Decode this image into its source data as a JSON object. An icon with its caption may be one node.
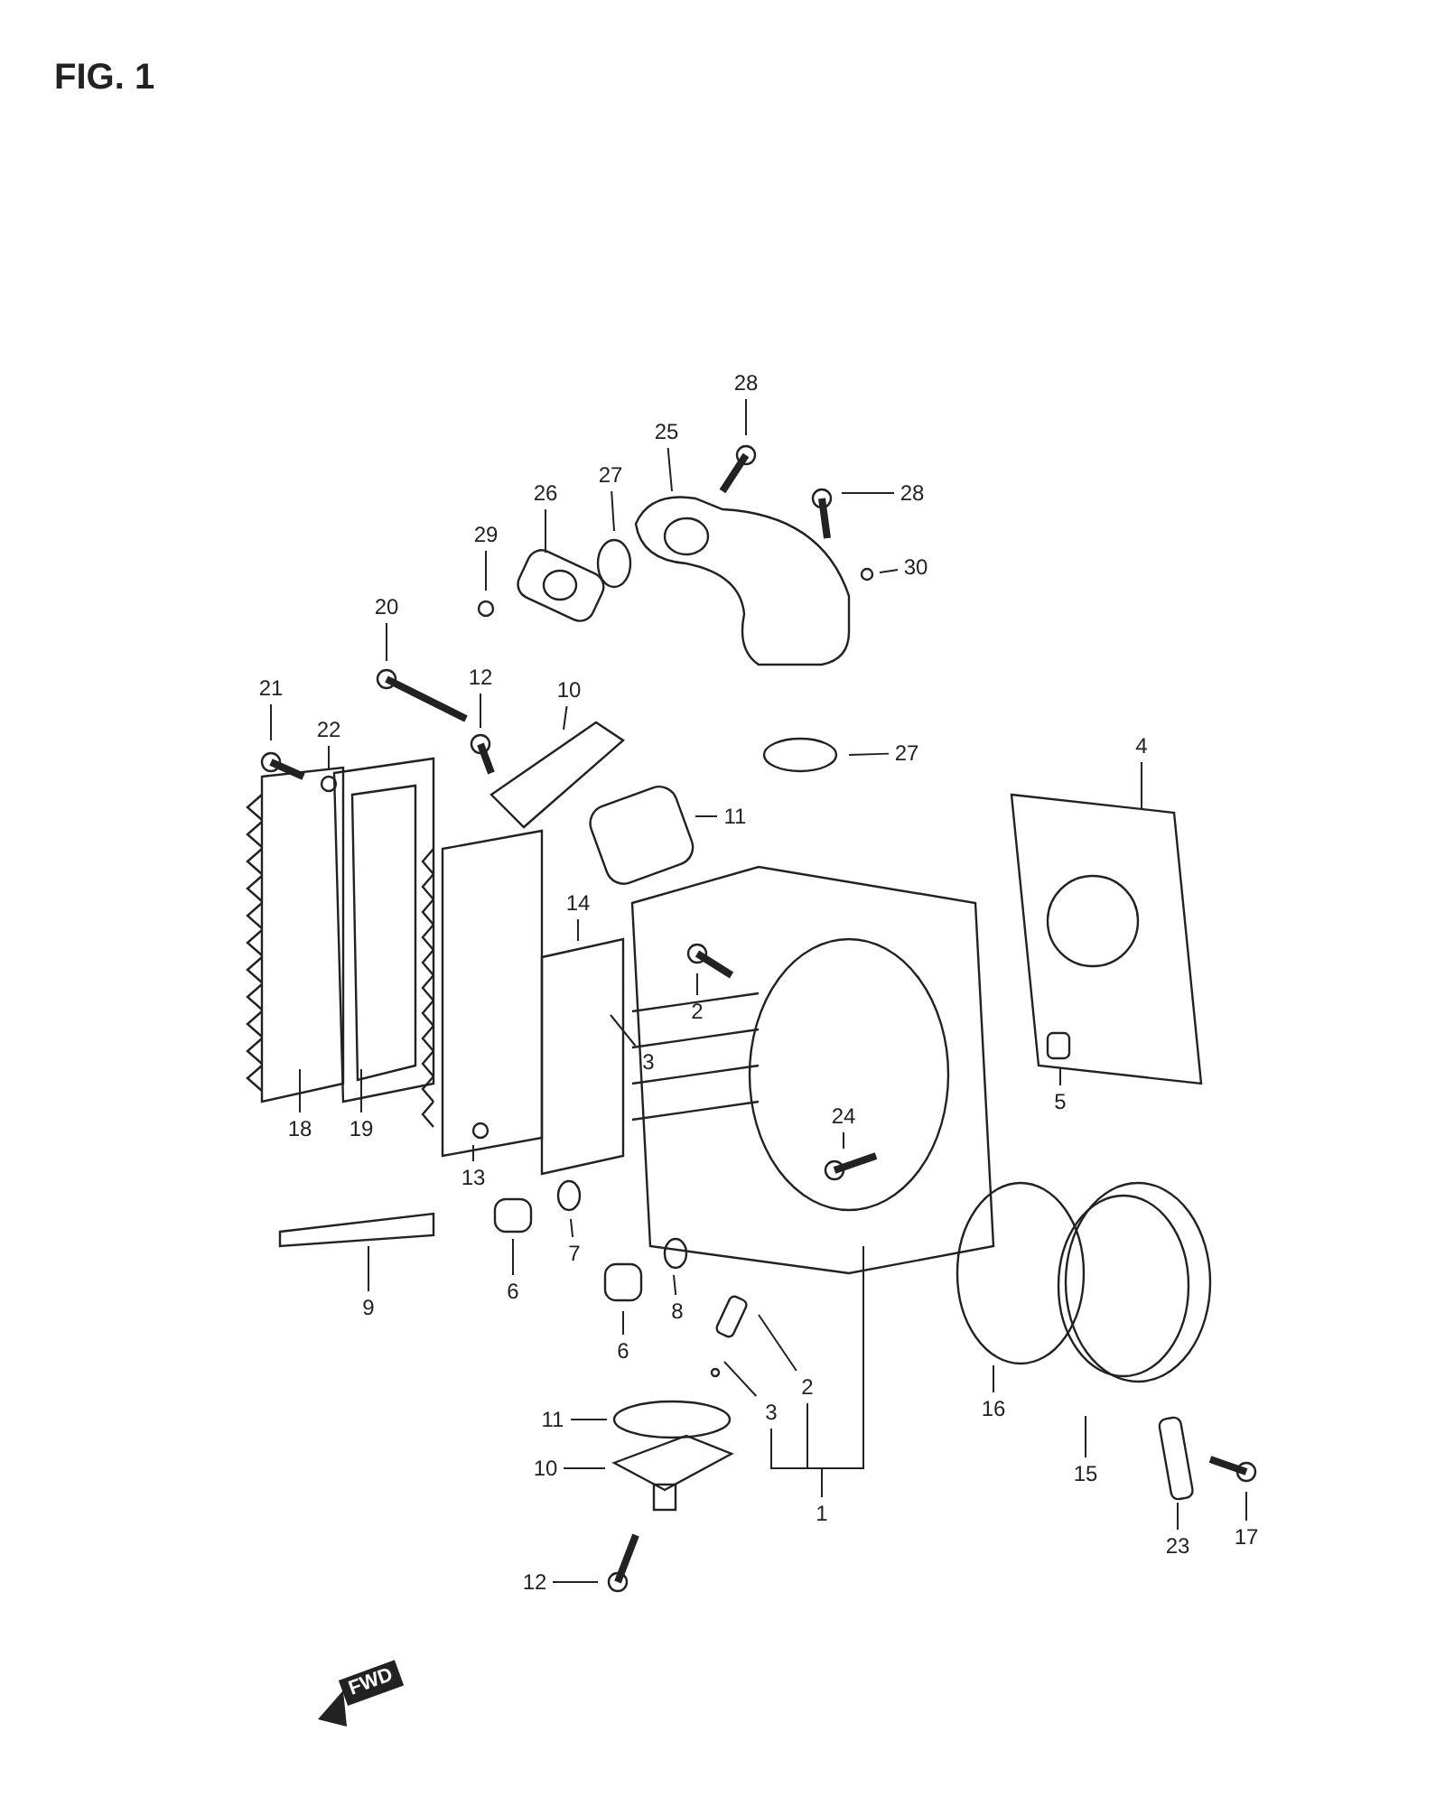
{
  "diagram": {
    "title": "FIG. 1",
    "nodes": [
      {
        "text": [
          "28"
        ]
      },
      {
        "text": [
          "25"
        ]
      },
      {
        "text": [
          "26"
        ]
      },
      {
        "text": [
          "27"
        ]
      },
      {
        "text": [
          "28"
        ]
      },
      {
        "text": [
          "29"
        ]
      },
      {
        "text": [
          "30"
        ]
      },
      {
        "text": [
          "20"
        ]
      },
      {
        "text": [
          "21"
        ]
      },
      {
        "text": [
          "22"
        ]
      },
      {
        "text": [
          "12"
        ]
      },
      {
        "text": [
          "10"
        ]
      },
      {
        "text": [
          "27"
        ]
      },
      {
        "text": [
          "11"
        ]
      },
      {
        "text": [
          "4"
        ]
      },
      {
        "text": [
          "14"
        ]
      },
      {
        "text": [
          "2"
        ]
      },
      {
        "text": [
          "3"
        ]
      },
      {
        "text": [
          "18"
        ]
      },
      {
        "text": [
          "19"
        ]
      },
      {
        "text": [
          "5"
        ]
      },
      {
        "text": [
          "24"
        ]
      },
      {
        "text": [
          "13"
        ]
      },
      {
        "text": [
          "9"
        ]
      },
      {
        "text": [
          "6"
        ]
      },
      {
        "text": [
          "7"
        ]
      },
      {
        "text": [
          "8"
        ]
      },
      {
        "text": [
          "6"
        ]
      },
      {
        "text": [
          "2"
        ]
      },
      {
        "text": [
          "3"
        ]
      },
      {
        "text": [
          "11"
        ]
      },
      {
        "text": [
          "16"
        ]
      },
      {
        "text": [
          "15"
        ]
      },
      {
        "text": [
          "10"
        ]
      },
      {
        "text": [
          "1"
        ]
      },
      {
        "text": [
          "17"
        ]
      },
      {
        "text": [
          "12"
        ]
      },
      {
        "text": [
          "23"
        ]
      }
    ],
    "edges": [
      {
        "from": 0,
        "to": null,
        "arrow": "none"
      },
      {
        "from": 1,
        "to": null,
        "arrow": "none"
      },
      {
        "from": 2,
        "to": null,
        "arrow": "none"
      },
      {
        "from": 3,
        "to": null,
        "arrow": "none"
      },
      {
        "from": 4,
        "to": null,
        "arrow": "none"
      },
      {
        "from": 5,
        "to": null,
        "arrow": "none"
      },
      {
        "from": 6,
        "to": null,
        "arrow": "none"
      },
      {
        "from": 7,
        "to": null,
        "arrow": "none"
      },
      {
        "from": 8,
        "to": null,
        "arrow": "none"
      },
      {
        "from": 9,
        "to": null,
        "arrow": "none"
      },
      {
        "from": 10,
        "to": null,
        "arrow": "none"
      },
      {
        "from": 11,
        "to": null,
        "arrow": "none"
      },
      {
        "from": 12,
        "to": null,
        "arrow": "none"
      },
      {
        "from": 13,
        "to": null,
        "arrow": "none"
      },
      {
        "from": 14,
        "to": null,
        "arrow": "none"
      },
      {
        "from": 15,
        "to": null,
        "arrow": "none"
      },
      {
        "from": 16,
        "to": null,
        "arrow": "none"
      },
      {
        "from": 17,
        "to": null,
        "arrow": "none"
      },
      {
        "from": 18,
        "to": null,
        "arrow": "none"
      },
      {
        "from": 19,
        "to": null,
        "arrow": "none"
      },
      {
        "from": 20,
        "to": null,
        "arrow": "none"
      },
      {
        "from": 21,
        "to": null,
        "arrow": "none"
      },
      {
        "from": 22,
        "to": null,
        "arrow": "none"
      },
      {
        "from": 23,
        "to": null,
        "arrow": "none"
      },
      {
        "from": 24,
        "to": null,
        "arrow": "none"
      },
      {
        "from": 25,
        "to": null,
        "arrow": "none"
      },
      {
        "from": 26,
        "to": null,
        "arrow": "none"
      },
      {
        "from": 27,
        "to": null,
        "arrow": "none"
      },
      {
        "from": 28,
        "to": null,
        "arrow": "none"
      },
      {
        "from": 29,
        "to": null,
        "arrow": "none"
      },
      {
        "from": 30,
        "to": null,
        "arrow": "none"
      },
      {
        "from": 31,
        "to": null,
        "arrow": "none"
      },
      {
        "from": 32,
        "to": null,
        "arrow": "none"
      },
      {
        "from": 33,
        "to": null,
        "arrow": "none"
      },
      {
        "from": 34,
        "to": null,
        "arrow": "none"
      },
      {
        "from": 34,
        "to": 28,
        "arrow": "none"
      },
      {
        "from": 34,
        "to": 29,
        "arrow": "none"
      },
      {
        "from": 35,
        "to": null,
        "arrow": "none"
      },
      {
        "from": 36,
        "to": null,
        "arrow": "none"
      },
      {
        "from": 37,
        "to": null,
        "arrow": "none"
      }
    ],
    "labels": [
      "FWD"
    ]
  }
}
